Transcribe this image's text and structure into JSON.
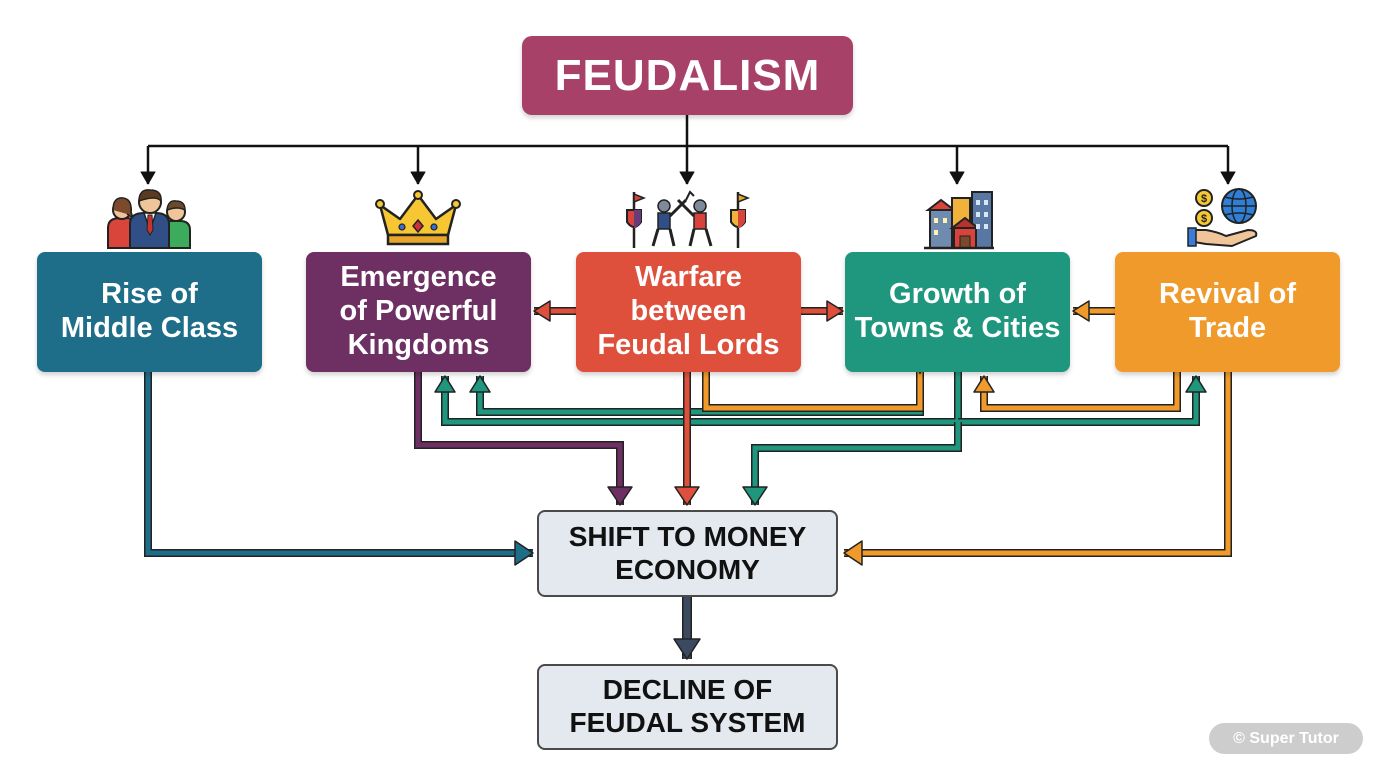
{
  "title": "FEUDALISM",
  "causes": [
    {
      "id": "middle-class",
      "label": "Rise of\nMiddle Class",
      "color": "#1e6e8a",
      "icon": "people-icon"
    },
    {
      "id": "kingdoms",
      "label": "Emergence\nof Powerful\nKingdoms",
      "color": "#6e2f62",
      "icon": "crown-icon"
    },
    {
      "id": "warfare",
      "label": "Warfare\nbetween\nFeudal Lords",
      "color": "#de503c",
      "icon": "crossed-swords-icon"
    },
    {
      "id": "towns",
      "label": "Growth of\nTowns & Cities",
      "color": "#1e977e",
      "icon": "city-buildings-icon"
    },
    {
      "id": "trade",
      "label": "Revival of\nTrade",
      "color": "#f09a2c",
      "icon": "globe-money-hand-icon"
    }
  ],
  "shift": "SHIFT TO MONEY\nECONOMY",
  "decline": "DECLINE OF\nFEUDAL SYSTEM",
  "watermark": "© Super Tutor",
  "colors": {
    "title": "#a84168",
    "tree": "#111111",
    "outcome_fill": "#e3e9ee",
    "outcome_arrow": "#3b4a5e"
  }
}
